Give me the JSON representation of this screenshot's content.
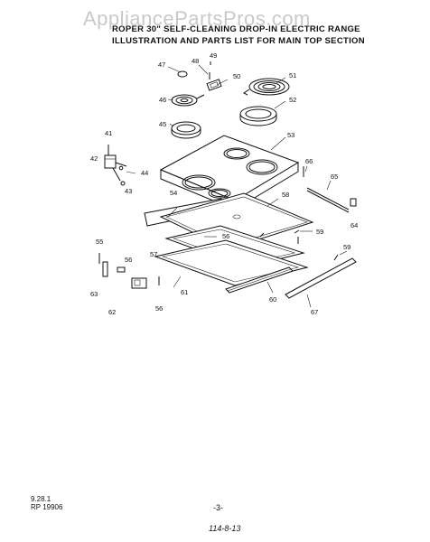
{
  "watermark": "AppliancePartsPros.com",
  "header": {
    "line1": "ROPER 30\" SELF-CLEANING DROP-IN ELECTRIC RANGE",
    "line2": "ILLUSTRATION AND PARTS LIST FOR MAIN TOP SECTION"
  },
  "footer": {
    "code": "9.28.1",
    "part_ref": "RP 19906",
    "page": "-3-",
    "handwritten": "114-8-13"
  },
  "callouts": [
    "41",
    "42",
    "43",
    "44",
    "45",
    "46",
    "47",
    "48",
    "49",
    "50",
    "51",
    "52",
    "53",
    "54",
    "55",
    "56",
    "56",
    "56",
    "57",
    "58",
    "59",
    "59",
    "60",
    "61",
    "62",
    "63",
    "64",
    "65",
    "66",
    "67"
  ]
}
